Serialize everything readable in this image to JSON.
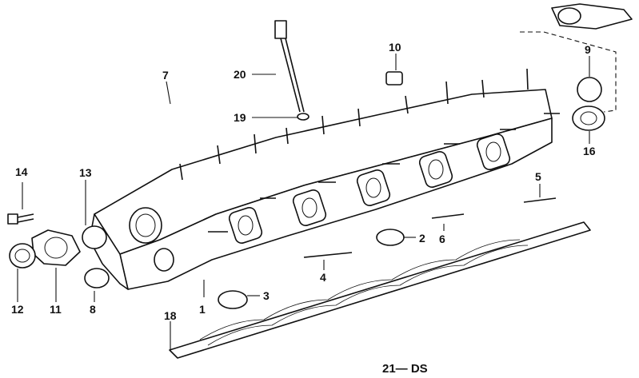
{
  "diagram": {
    "callouts": [
      {
        "id": "c1",
        "label": "1"
      },
      {
        "id": "c2",
        "label": "2"
      },
      {
        "id": "c3",
        "label": "3"
      },
      {
        "id": "c4",
        "label": "4"
      },
      {
        "id": "c5",
        "label": "5"
      },
      {
        "id": "c6",
        "label": "6"
      },
      {
        "id": "c7",
        "label": "7"
      },
      {
        "id": "c8",
        "label": "8"
      },
      {
        "id": "c9",
        "label": "9"
      },
      {
        "id": "c10",
        "label": "10"
      },
      {
        "id": "c11",
        "label": "11"
      },
      {
        "id": "c12",
        "label": "12"
      },
      {
        "id": "c13",
        "label": "13"
      },
      {
        "id": "c14",
        "label": "14"
      },
      {
        "id": "c16",
        "label": "16"
      },
      {
        "id": "c18",
        "label": "18"
      },
      {
        "id": "c19",
        "label": "19"
      },
      {
        "id": "c20",
        "label": "20"
      }
    ],
    "footer_code": "21— DS"
  }
}
